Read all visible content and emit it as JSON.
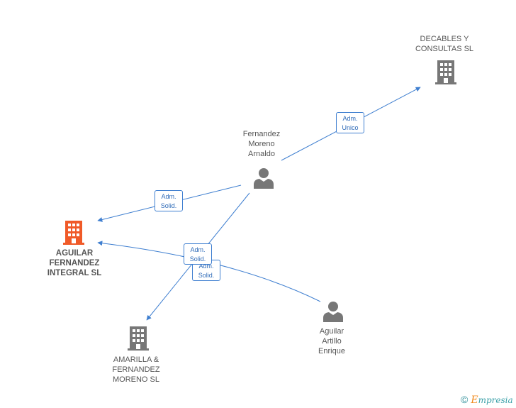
{
  "nodes": {
    "decables": {
      "line1": "DECABLES Y",
      "line2": "CONSULTAS SL",
      "color": "#777777"
    },
    "fernandez_moreno": {
      "line1": "Fernandez",
      "line2": "Moreno",
      "line3": "Arnaldo",
      "color": "#777777"
    },
    "aguilar_integral": {
      "line1": "AGUILAR",
      "line2": "FERNANDEZ",
      "line3": "INTEGRAL SL",
      "color": "#f05a28"
    },
    "amarilla": {
      "line1": "AMARILLA &",
      "line2": "FERNANDEZ",
      "line3": "MORENO SL",
      "color": "#777777"
    },
    "aguilar_artillo": {
      "line1": "Aguilar",
      "line2": "Artillo",
      "line3": "Enrique",
      "color": "#777777"
    }
  },
  "edges": {
    "e1": {
      "line1": "Adm.",
      "line2": "Unico"
    },
    "e2": {
      "line1": "Adm.",
      "line2": "Solid."
    },
    "e3": {
      "line1": "Adm.",
      "line2": "Solid."
    },
    "e4": {
      "line1": "Adm.",
      "line2": "Solid."
    }
  },
  "colors": {
    "edge": "#3f7fd0"
  },
  "footer": {
    "copyright": "©",
    "brand_first": "E",
    "brand_rest": "mpresia"
  }
}
